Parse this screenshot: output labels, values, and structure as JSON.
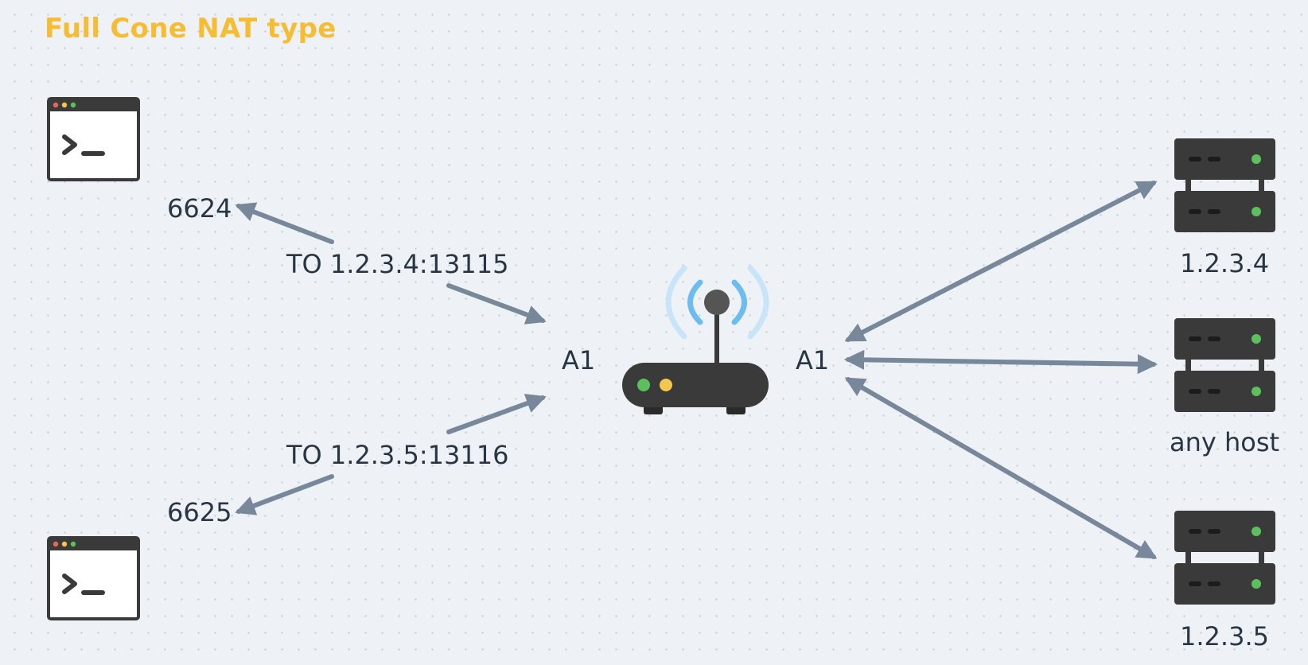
{
  "title": "Full Cone NAT type",
  "colors": {
    "title": "#f6bd33",
    "text": "#2a3544",
    "arrow": "#78889a",
    "device": "#3a3a3a",
    "led_green": "#5cc15c",
    "led_yellow": "#f3c64c",
    "wifi_inner": "#6cbcf0",
    "wifi_outer": "#c8e4f8"
  },
  "nodes": {
    "terminal_top": {
      "icon": "terminal-icon"
    },
    "terminal_bottom": {
      "icon": "terminal-icon"
    },
    "router": {
      "icon": "wifi-router-icon"
    },
    "server_top": {
      "icon": "server-icon",
      "label": "1.2.3.4"
    },
    "server_mid": {
      "icon": "server-icon",
      "label": "any host"
    },
    "server_bottom": {
      "icon": "server-icon",
      "label": "1.2.3.5"
    }
  },
  "labels": {
    "port_top": "6624",
    "port_bottom": "6625",
    "to_top": "TO 1.2.3.4:13115",
    "to_bottom": "TO 1.2.3.5:13116",
    "nat_in": "A1",
    "nat_out": "A1"
  }
}
